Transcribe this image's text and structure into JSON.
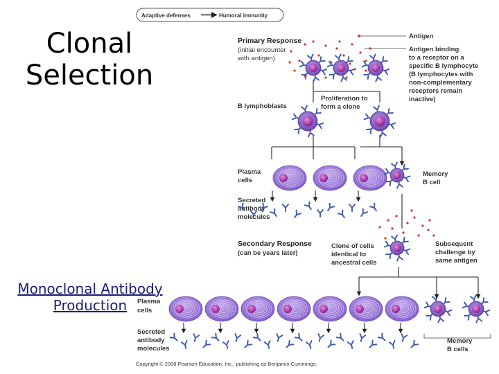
{
  "slide": {
    "title_line1": "Clonal",
    "title_line2": "Selection",
    "link_line1": "Monoclonal Antibody",
    "link_line2": "Production"
  },
  "diagram": {
    "breadcrumb": {
      "left": "Adaptive defenses",
      "right": "Humoral immunity"
    },
    "primary_response": {
      "heading": "Primary Response",
      "line2": "(initial encounter",
      "line3": "with antigen)"
    },
    "antigen": "Antigen",
    "antigen_binding": [
      "Antigen binding",
      "to a receptor on a",
      "specific B lymphocyte",
      "(B lymphocytes with",
      "non-complementary",
      "receptors remain",
      "inactive)"
    ],
    "proliferation": [
      "Proliferation to",
      "form a clone"
    ],
    "b_lymphoblasts": "B lymphoblasts",
    "plasma_cells_top": [
      "Plasma",
      "cells"
    ],
    "memory_b_cell": [
      "Memory",
      "B cell"
    ],
    "secreted_top": [
      "Secreted",
      "antibody",
      "molecules"
    ],
    "secondary_response": {
      "heading": "Secondary Response",
      "line2": "(can be years later)"
    },
    "clone_of_cells": [
      "Clone of cells",
      "identical to",
      "ancestral cells"
    ],
    "subsequent_challenge": [
      "Subsequent",
      "challenge by",
      "same antigen"
    ],
    "plasma_cells_bottom": [
      "Plasma",
      "cells"
    ],
    "secreted_bottom": [
      "Secreted",
      "antibody",
      "molecules"
    ],
    "memory_b_cells": [
      "Memory",
      "B cells"
    ],
    "copyright": "Copyright © 2008 Pearson Education, Inc., publishing as Benjamin Cummings."
  },
  "colors": {
    "cell_body": "#7b56c2",
    "nucleus": "#a43aa6",
    "antibody": "#3f5fae",
    "antigen_dot": "#d8322a",
    "plasma_body": "#9e7ad6",
    "link": "#1a1a7a"
  }
}
